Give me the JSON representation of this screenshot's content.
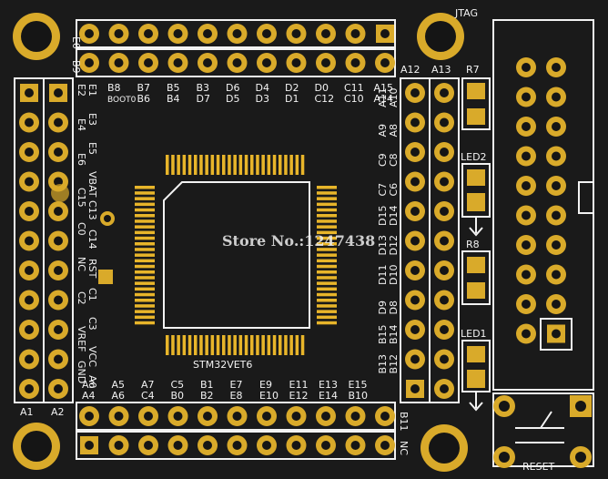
{
  "board": {
    "chip_label": "STM32VET6",
    "watermark": "Store No.:1247438",
    "jtag_label": "JTAG",
    "reset_label": "RESET",
    "top_header_labels": {
      "left_upper": "E0",
      "left_lower": "B9"
    },
    "top_row_upper": [
      "B8",
      "B7",
      "B5",
      "B3",
      "D6",
      "D4",
      "D2",
      "D0",
      "C11",
      "A15"
    ],
    "top_row_lower": [
      "BOOT0",
      "B6",
      "B4",
      "D7",
      "D5",
      "D3",
      "D1",
      "C12",
      "C10",
      "A14"
    ],
    "left_col_labels_a": [
      "E2",
      "E4",
      "E6",
      "C15",
      "C0",
      "NC",
      "C2",
      "VREF",
      "GND"
    ],
    "left_col_labels_b": [
      "E1",
      "E3",
      "E5",
      "VBAT",
      "C13",
      "C14",
      "RST",
      "C1",
      "C3",
      "VCC",
      "A0"
    ],
    "right_col_labels_a": [
      "A11",
      "A9",
      "C9",
      "C7",
      "D15",
      "D13",
      "D11",
      "D9",
      "B15",
      "B13"
    ],
    "right_col_labels_b": [
      "A10",
      "A8",
      "C8",
      "C6",
      "D14",
      "D12",
      "D10",
      "D8",
      "B14",
      "B12"
    ],
    "bottom_row_upper": [
      "A3",
      "A5",
      "A7",
      "C5",
      "B1",
      "E7",
      "E9",
      "E11",
      "E13",
      "E15"
    ],
    "bottom_row_lower": [
      "A4",
      "A6",
      "C4",
      "B0",
      "B2",
      "E8",
      "E10",
      "E12",
      "E14",
      "B10"
    ],
    "col_header_labels": [
      "A12",
      "A13",
      "R7",
      "A1",
      "A2",
      "B11",
      "NC"
    ],
    "led_labels": [
      "LED2",
      "R8",
      "LED1"
    ]
  }
}
